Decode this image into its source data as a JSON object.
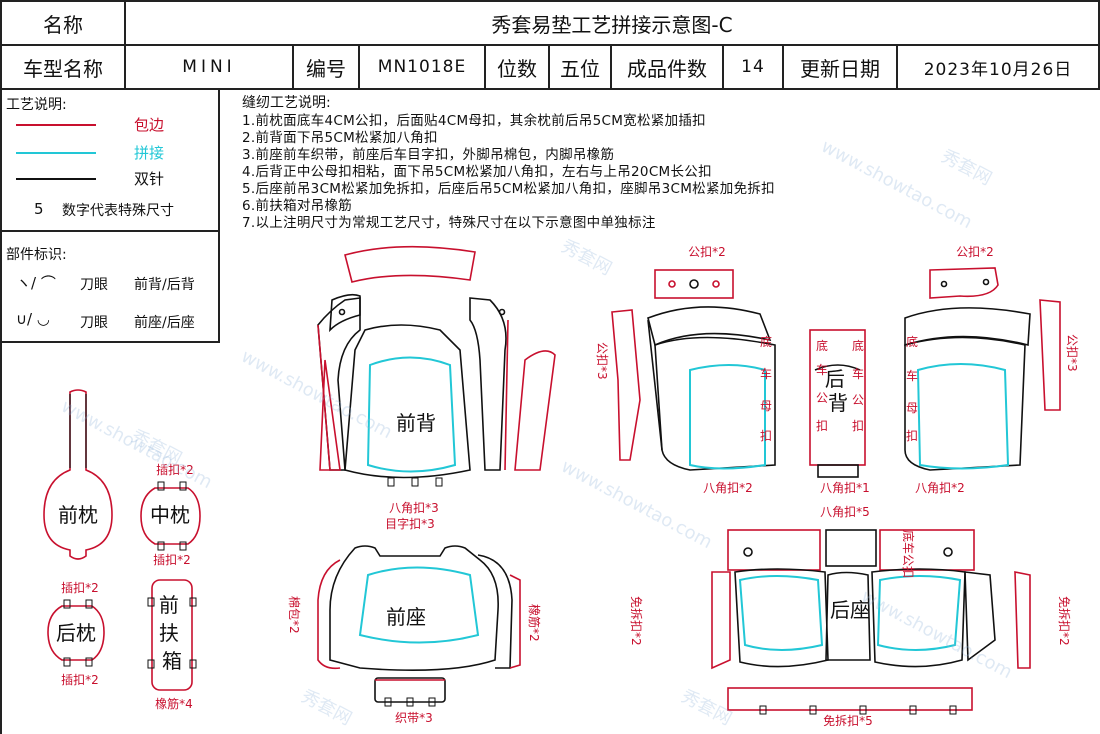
{
  "header": {
    "name_label": "名称",
    "title": "秀套易垫工艺拼接示意图-C",
    "model_label": "车型名称",
    "model_value": "MINI",
    "code_label": "编号",
    "code_value": "MN1018E",
    "seat_label": "位数",
    "seat_value": "五位",
    "count_label": "成品件数",
    "count_value": "14",
    "date_label": "更新日期",
    "date_value": "2023年10月26日"
  },
  "legend": {
    "title": "工艺说明:",
    "items": [
      {
        "label": "包边",
        "color": "#c8102e"
      },
      {
        "label": "拼接",
        "color": "#22c7d6"
      },
      {
        "label": "双针",
        "color": "#111111"
      }
    ],
    "number_hint_num": "5",
    "number_hint_text": "数字代表特殊尺寸",
    "parts_title": "部件标识:",
    "parts": [
      {
        "symbol": "ヽ/ ⌒",
        "text": "刀眼",
        "meaning": "前背/后背"
      },
      {
        "symbol": "∪/ ◡",
        "text": "刀眼",
        "meaning": "前座/后座"
      }
    ]
  },
  "notes": {
    "title": "缝纫工艺说明:",
    "items": [
      "1.前枕面底车4CM公扣，后面贴4CM母扣，其余枕前后吊5CM宽松紧加插扣",
      "2.前背面下吊5CM松紧加八角扣",
      "3.前座前车织带，前座后车目字扣，外脚吊棉包，内脚吊橡筋",
      "4.后背正中公母扣相粘，面下吊5CM松紧加八角扣，左右与上吊20CM长公扣",
      "5.后座前吊3CM松紧加免拆扣，后座后吊5CM松紧加八角扣，座脚吊3CM松紧加免拆扣",
      "6.前扶箱对吊橡筋",
      "7.以上注明尺寸为常规工艺尺寸，特殊尺寸在以下示意图中单独标注"
    ]
  },
  "parts": {
    "front_pillow": "前枕",
    "mid_pillow": "中枕",
    "rear_pillow": "后枕",
    "front_armrest": "前扶箱",
    "front_back": "前背",
    "front_seat": "前座",
    "rear_back": "后背",
    "rear_seat": "后座"
  },
  "annotations": {
    "insert_clip_2a": "插扣*2",
    "insert_clip_2b": "插扣*2",
    "insert_clip_2c": "插扣*2",
    "insert_clip_2d": "插扣*2",
    "rubber_4": "橡筋*4",
    "octagon_3": "八角扣*3",
    "eye_clip_3": "目字扣*3",
    "cotton_pack_2": "棉包*2",
    "rubber_2": "橡筋*2",
    "webbing_3": "织带*3",
    "male_clip_2_left": "公扣*2",
    "male_clip_2_right": "公扣*2",
    "male_clip_3_left": "公扣*3",
    "male_clip_3_right": "公扣*3",
    "octagon_2_left": "八角扣*2",
    "octagon_1": "八角扣*1",
    "octagon_2_right": "八角扣*2",
    "octagon_5": "八角扣*5",
    "no_remove_2_left": "免拆扣*2",
    "no_remove_2_right": "免拆扣*2",
    "no_remove_5": "免拆扣*5",
    "bottom_car_1": "底",
    "bottom_car_2": "车",
    "bottom_car_3": "母",
    "bottom_car_4": "扣",
    "male_mid_1": "公",
    "male_mid_2": "扣",
    "male_mid_3": "底",
    "male_mid_4": "车",
    "male_mid_5": "扣",
    "rear_r_1": "底",
    "rear_r_2": "车",
    "rear_r_3": "母",
    "rear_r_4": "扣",
    "rear_center_male": "公扣",
    "rear_center_rb": "底车公扣"
  },
  "watermark": {
    "site": "www.showtao.com",
    "brand": "秀套网"
  },
  "colors": {
    "piping": "#c8102e",
    "splice": "#22c7d6",
    "double_needle": "#111111"
  }
}
